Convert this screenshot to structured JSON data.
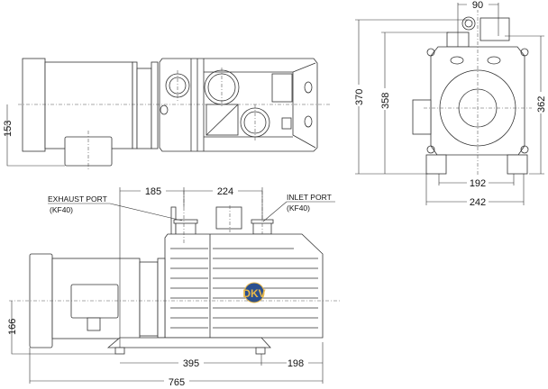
{
  "labels": {
    "exhaust_port": "EXHAUST PORT",
    "exhaust_spec": "(KF40)",
    "inlet_port": "INLET PORT",
    "inlet_spec": "(KF40)",
    "logo": "DKV"
  },
  "dimensions": {
    "top_view_height": "153",
    "side_exhaust_offset": "185",
    "side_port_spacing": "224",
    "side_center_height": "166",
    "side_foot_spacing": "395",
    "side_rear_offset": "198",
    "side_total_length": "765",
    "front_port_spacing": "90",
    "front_total_height": "370",
    "front_flange_height": "358",
    "front_inlet_height": "362",
    "front_foot_spacing": "192",
    "front_base_width": "242"
  },
  "colors": {
    "logo_fill": "#2a4f8f",
    "logo_text": "#e8b84a"
  }
}
